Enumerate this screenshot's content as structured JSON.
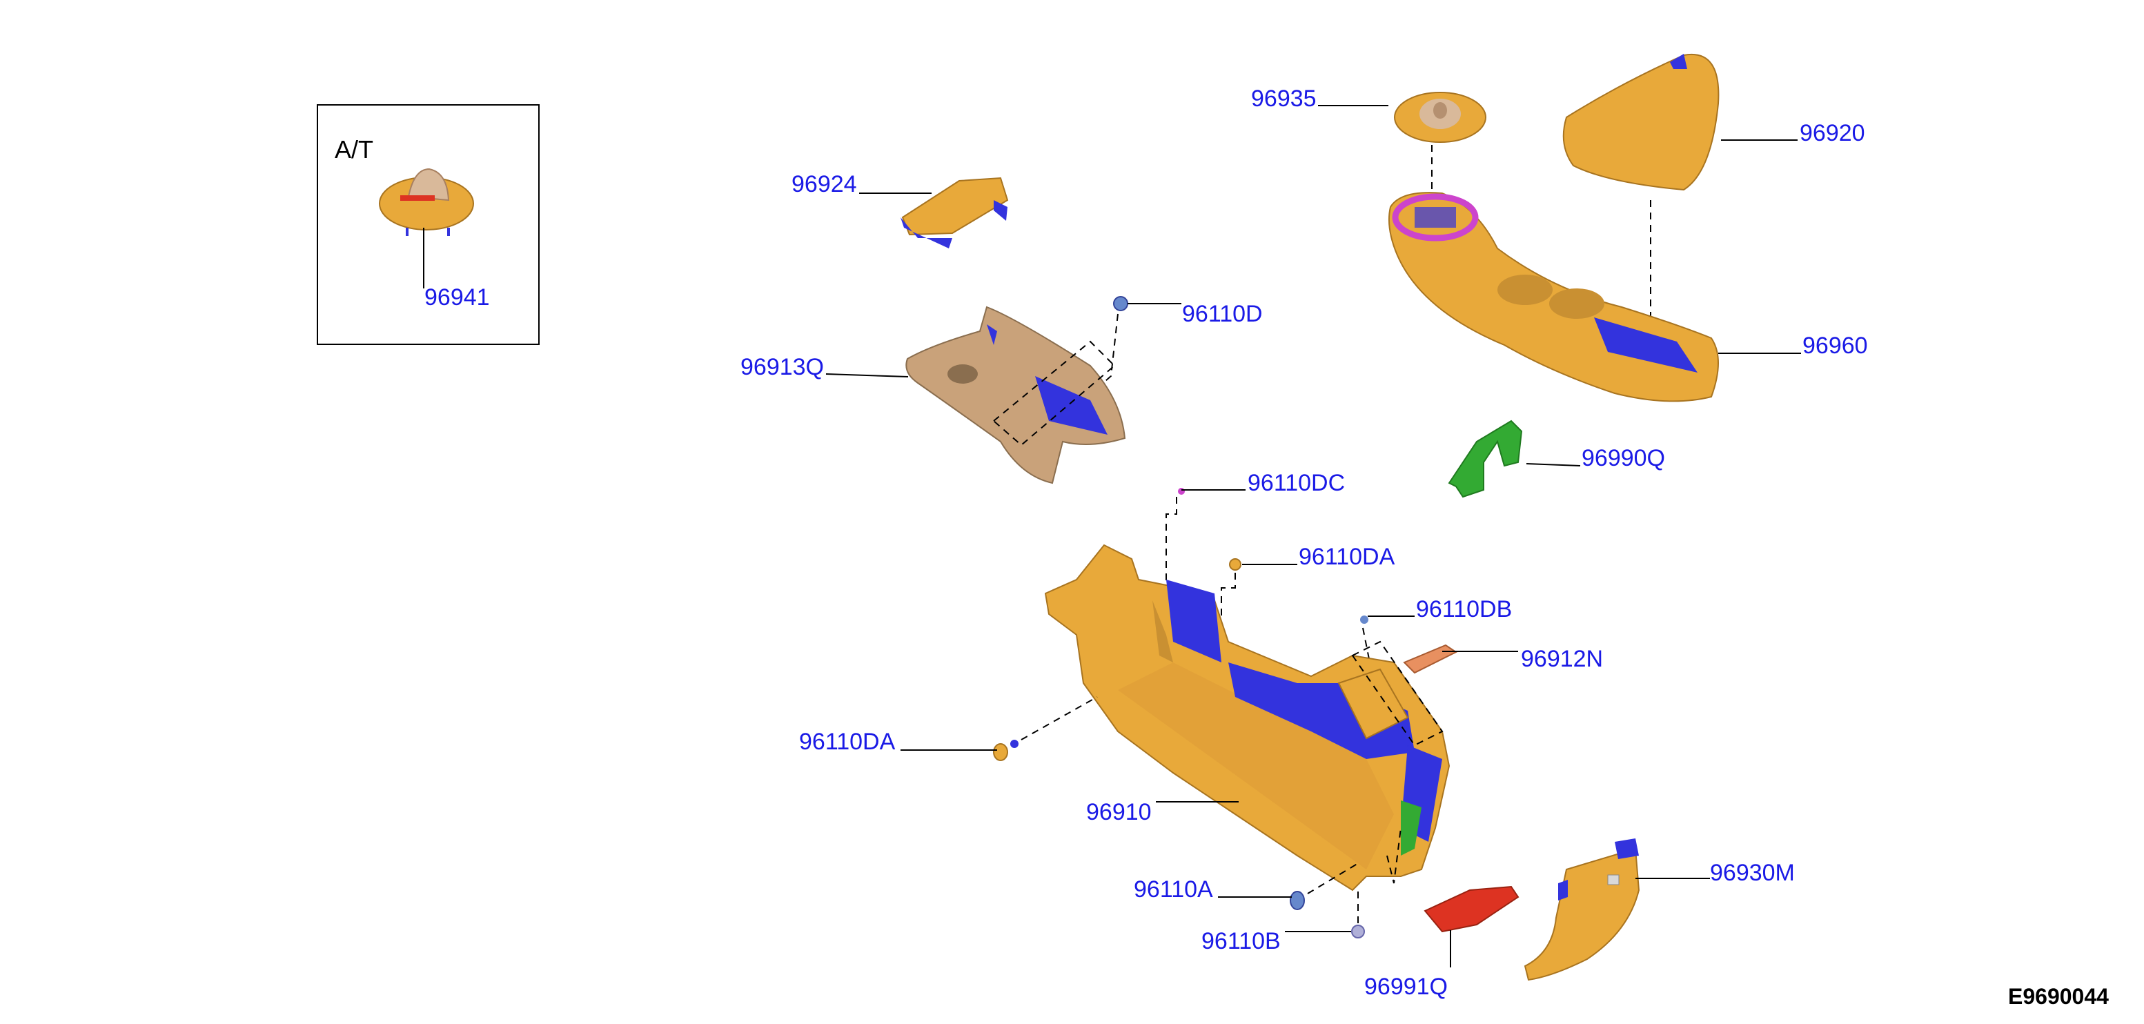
{
  "diagram": {
    "inset_title": "A/T",
    "diagram_id": "E9690044",
    "colors": {
      "part_gold": "#e8a93a",
      "part_tan": "#c9a27a",
      "part_blue": "#3333dd",
      "part_green": "#33aa33",
      "part_red": "#dd3322",
      "part_magenta": "#cc44cc",
      "callout_text": "#1a1ae6",
      "leader": "#000000"
    },
    "callouts": [
      {
        "id": "c96941",
        "text": "96941"
      },
      {
        "id": "c96924",
        "text": "96924"
      },
      {
        "id": "c96935",
        "text": "96935"
      },
      {
        "id": "c96920",
        "text": "96920"
      },
      {
        "id": "c96110D",
        "text": "96110D"
      },
      {
        "id": "c96913Q",
        "text": "96913Q"
      },
      {
        "id": "c96960",
        "text": "96960"
      },
      {
        "id": "c96990Q",
        "text": "96990Q"
      },
      {
        "id": "c96110DC",
        "text": "96110DC"
      },
      {
        "id": "c96110DA_top",
        "text": "96110DA"
      },
      {
        "id": "c96110DB",
        "text": "96110DB"
      },
      {
        "id": "c96912N",
        "text": "96912N"
      },
      {
        "id": "c96110DA",
        "text": "96110DA"
      },
      {
        "id": "c96910",
        "text": "96910"
      },
      {
        "id": "c96110A",
        "text": "96110A"
      },
      {
        "id": "c96930M",
        "text": "96930M"
      },
      {
        "id": "c96110B",
        "text": "96110B"
      },
      {
        "id": "c96991Q",
        "text": "96991Q"
      }
    ]
  }
}
